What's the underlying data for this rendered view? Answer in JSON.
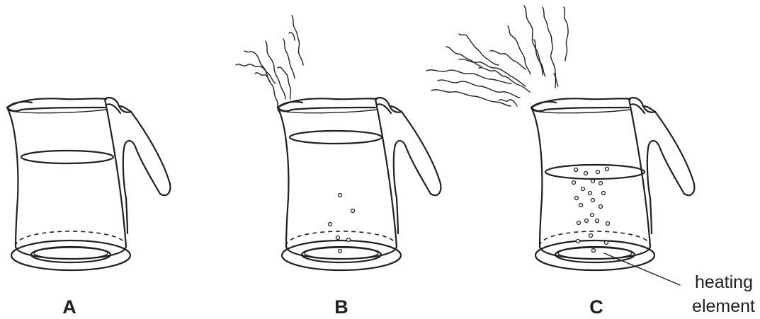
{
  "kettles": [
    {
      "id": "A",
      "label": "A"
    },
    {
      "id": "B",
      "label": "B"
    },
    {
      "id": "C",
      "label": "C"
    }
  ],
  "callout": {
    "line1": "heating",
    "line2": "element"
  }
}
